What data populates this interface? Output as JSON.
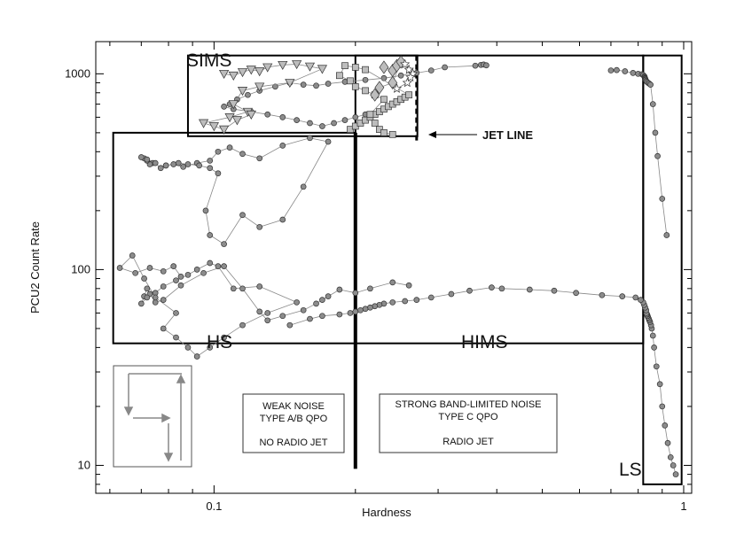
{
  "chart_data": {
    "type": "scatter",
    "title": "",
    "xlabel": "Hardness",
    "ylabel": "PCU2 Count Rate",
    "xscale": "log",
    "yscale": "log",
    "xlim": [
      0.056,
      1.04
    ],
    "ylim": [
      7.2,
      1460
    ],
    "x_ticks": [
      0.1,
      1
    ],
    "x_tick_labels": [
      "0.1",
      "1"
    ],
    "y_ticks": [
      10,
      100,
      1000
    ],
    "y_tick_labels": [
      "10",
      "100",
      "1000"
    ],
    "grid": false,
    "colors": {
      "line": "#888888",
      "marker_fill": "#8c8c8c",
      "open_marker_fill": "#bdbdbd",
      "frame": "#000000"
    },
    "regions": [
      {
        "label": "SIMS",
        "x_range": [
          0.088,
          0.271
        ],
        "y_range": [
          480,
          1240
        ]
      },
      {
        "label": "HS",
        "x_range": [
          0.061,
          0.2
        ],
        "y_range": [
          42,
          500
        ]
      },
      {
        "label": "HIMS",
        "x_range": [
          0.2,
          0.82
        ],
        "y_range": [
          42,
          1240
        ]
      },
      {
        "label": "LS",
        "x_range": [
          0.82,
          0.99
        ],
        "y_range": [
          8,
          1240
        ]
      }
    ],
    "annotations": {
      "jet_line": {
        "label": "JET LINE",
        "x": 0.27,
        "y_range": [
          440,
          1240
        ]
      },
      "notes": [
        {
          "lines": [
            "WEAK NOISE",
            "TYPE A/B QPO",
            "",
            "NO RADIO JET"
          ]
        },
        {
          "lines": [
            "STRONG BAND-LIMITED NOISE",
            "TYPE C QPO",
            "",
            "RADIO JET"
          ]
        }
      ]
    },
    "series": [
      {
        "marker": "circle",
        "x": [
          0.962,
          0.95,
          0.938,
          0.925,
          0.912,
          0.9,
          0.89,
          0.875,
          0.865,
          0.86,
          0.855,
          0.852,
          0.848,
          0.845,
          0.843,
          0.84,
          0.838,
          0.837,
          0.836,
          0.834,
          0.833,
          0.832,
          0.828,
          0.824,
          0.82,
          0.81,
          0.79,
          0.74,
          0.67,
          0.59,
          0.53,
          0.47,
          0.41,
          0.39,
          0.35,
          0.32,
          0.29,
          0.27,
          0.255,
          0.24,
          0.23,
          0.225,
          0.22,
          0.215,
          0.21,
          0.205,
          0.2,
          0.195,
          0.185,
          0.17,
          0.16,
          0.145
        ],
        "y": [
          9,
          10,
          11,
          13,
          16,
          20,
          26,
          32,
          40,
          46,
          50,
          52,
          54,
          55,
          56,
          57,
          58,
          58,
          59,
          59,
          60,
          62,
          64,
          66,
          68,
          70,
          72,
          73,
          74,
          76,
          78,
          79,
          80,
          81,
          78,
          75,
          72,
          70,
          69,
          68,
          67,
          66,
          65,
          64,
          63,
          62,
          61,
          60,
          59,
          58,
          56,
          52
        ]
      },
      {
        "marker": "circle",
        "x": [
          0.26,
          0.24,
          0.215,
          0.2,
          0.185,
          0.175,
          0.17,
          0.165,
          0.155,
          0.14,
          0.13,
          0.125,
          0.115,
          0.105,
          0.095,
          0.085,
          0.078,
          0.075,
          0.073,
          0.072,
          0.071,
          0.07,
          0.072,
          0.075,
          0.078,
          0.083,
          0.088,
          0.092,
          0.098,
          0.102,
          0.11,
          0.125,
          0.15,
          0.13,
          0.115,
          0.105,
          0.098,
          0.092,
          0.088,
          0.083,
          0.078,
          0.083,
          0.075,
          0.071,
          0.067,
          0.063,
          0.068,
          0.073,
          0.078,
          0.082,
          0.085
        ],
        "y": [
          83,
          86,
          80,
          76,
          79,
          73,
          70,
          67,
          62,
          58,
          55,
          61,
          80,
          104,
          96,
          83,
          70,
          68,
          75,
          80,
          73,
          67,
          72,
          76,
          82,
          88,
          94,
          100,
          108,
          104,
          80,
          82,
          68,
          60,
          52,
          45,
          40,
          36,
          40,
          45,
          50,
          60,
          72,
          90,
          118,
          102,
          96,
          102,
          98,
          104,
          92
        ]
      },
      {
        "marker": "circle",
        "x": [
          0.074,
          0.073,
          0.072,
          0.071,
          0.07,
          0.072,
          0.075,
          0.077,
          0.079,
          0.082,
          0.086,
          0.092,
          0.098,
          0.102,
          0.108,
          0.115,
          0.125,
          0.14,
          0.16,
          0.175,
          0.155,
          0.14,
          0.125,
          0.115,
          0.105,
          0.098,
          0.096,
          0.102,
          0.098,
          0.093,
          0.088,
          0.084,
          0.079
        ],
        "y": [
          350,
          345,
          360,
          370,
          375,
          365,
          350,
          330,
          340,
          345,
          335,
          350,
          360,
          400,
          420,
          390,
          370,
          430,
          470,
          450,
          265,
          180,
          165,
          190,
          135,
          150,
          200,
          310,
          330,
          340,
          345,
          350,
          340
        ]
      },
      {
        "marker": "circle",
        "x": [
          0.36,
          0.37,
          0.375,
          0.38,
          0.31,
          0.29,
          0.27,
          0.25,
          0.23,
          0.21,
          0.19,
          0.175,
          0.165,
          0.155,
          0.145,
          0.135,
          0.125,
          0.118,
          0.112,
          0.108,
          0.105,
          0.11,
          0.12,
          0.13,
          0.14,
          0.15,
          0.16,
          0.17,
          0.18,
          0.19,
          0.2,
          0.21
        ],
        "y": [
          1100,
          1110,
          1115,
          1105,
          1080,
          1040,
          1010,
          980,
          950,
          930,
          910,
          890,
          870,
          880,
          900,
          860,
          820,
          780,
          740,
          700,
          680,
          660,
          640,
          620,
          600,
          580,
          560,
          540,
          560,
          580,
          600,
          620
        ]
      },
      {
        "marker": "circle",
        "x": [
          0.7,
          0.72,
          0.75,
          0.78,
          0.8,
          0.815,
          0.82,
          0.825,
          0.826,
          0.827,
          0.828,
          0.829,
          0.83,
          0.832,
          0.835,
          0.84,
          0.845,
          0.85,
          0.86,
          0.87,
          0.88,
          0.9,
          0.92
        ],
        "y": [
          1040,
          1045,
          1030,
          1010,
          1000,
          995,
          985,
          970,
          960,
          950,
          945,
          935,
          930,
          920,
          910,
          900,
          890,
          880,
          700,
          500,
          380,
          230,
          150
        ]
      },
      {
        "marker": "triangle-down",
        "x": [
          0.105,
          0.11,
          0.115,
          0.12,
          0.125,
          0.13,
          0.14,
          0.15,
          0.16,
          0.17,
          0.145,
          0.125,
          0.115,
          0.11,
          0.118,
          0.108,
          0.095,
          0.1,
          0.105,
          0.112,
          0.12
        ],
        "y": [
          1000,
          980,
          1020,
          1050,
          1030,
          1080,
          1110,
          1120,
          1090,
          1060,
          900,
          860,
          820,
          700,
          640,
          600,
          560,
          540,
          520,
          580,
          620
        ]
      },
      {
        "marker": "square",
        "x": [
          0.195,
          0.2,
          0.205,
          0.21,
          0.215,
          0.22,
          0.225,
          0.23,
          0.235,
          0.24,
          0.245,
          0.25,
          0.255,
          0.26,
          0.21,
          0.2,
          0.19,
          0.185,
          0.195,
          0.2,
          0.21,
          0.22,
          0.23,
          0.215,
          0.22,
          0.225,
          0.23,
          0.24
        ],
        "y": [
          520,
          540,
          560,
          580,
          600,
          620,
          640,
          660,
          680,
          700,
          720,
          740,
          760,
          780,
          1050,
          1080,
          1100,
          980,
          920,
          860,
          820,
          780,
          740,
          620,
          560,
          520,
          500,
          490
        ]
      },
      {
        "marker": "diamond",
        "x": [
          0.23,
          0.24,
          0.245,
          0.25,
          0.24,
          0.225,
          0.22
        ],
        "y": [
          1080,
          1040,
          1100,
          1150,
          900,
          850,
          780
        ]
      },
      {
        "marker": "star",
        "x": [
          0.255,
          0.26,
          0.265,
          0.262,
          0.258,
          0.245
        ],
        "y": [
          1120,
          1050,
          1000,
          960,
          900,
          840
        ]
      }
    ]
  }
}
